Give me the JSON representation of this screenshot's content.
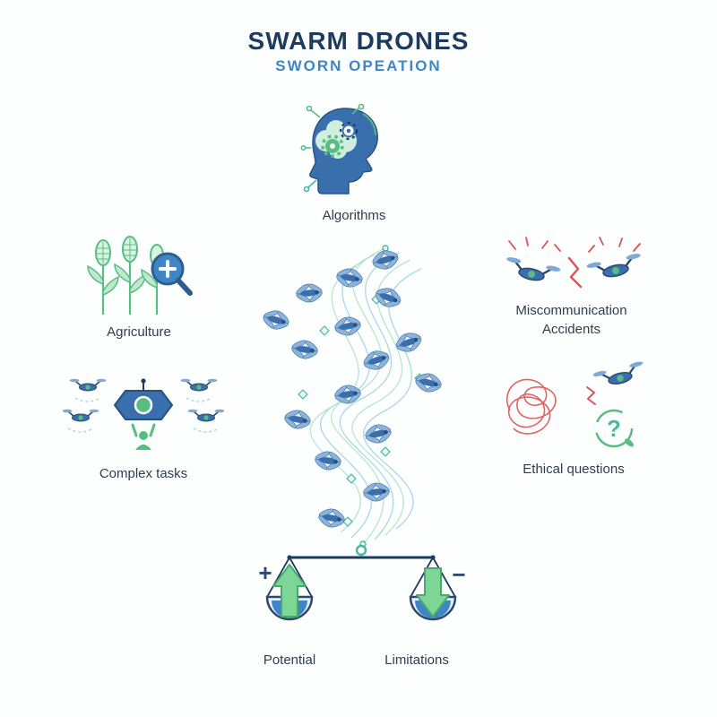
{
  "title": "SWARM DRONES",
  "subtitle": "SWORN OPEATION",
  "colors": {
    "navy": "#1d3a5f",
    "blue": "#3a6fae",
    "subtitle_blue": "#3e86c7",
    "green": "#58bd83",
    "light_green": "#bfe8cd",
    "teal": "#49b8a0",
    "red": "#e05252",
    "path_blue": "#a9d7ea",
    "path_green": "#b7e6cf",
    "label": "#2f3e4e"
  },
  "sections": {
    "algorithms": {
      "label": "Algorithms",
      "icon": "brain-gears-icon"
    },
    "agriculture": {
      "label": "Agriculture",
      "icon": "crops-magnifier-icon"
    },
    "complex_tasks": {
      "label": "Complex tasks",
      "icon": "drones-lifting-icon"
    },
    "miscommunication": {
      "label_line1": "Miscommunication",
      "label_line2": "Accidents",
      "icon": "drones-collision-icon"
    },
    "ethical_questions": {
      "label": "Ethical questions",
      "question_mark": "?",
      "icon": "tangle-question-icon"
    },
    "swarm": {
      "icon": "drone-swarm-flow-icon"
    },
    "balance": {
      "potential_label": "Potential",
      "limitations_label": "Limitations",
      "plus_symbol": "+",
      "minus_symbol": "−",
      "icon": "balance-scale-icon"
    }
  }
}
